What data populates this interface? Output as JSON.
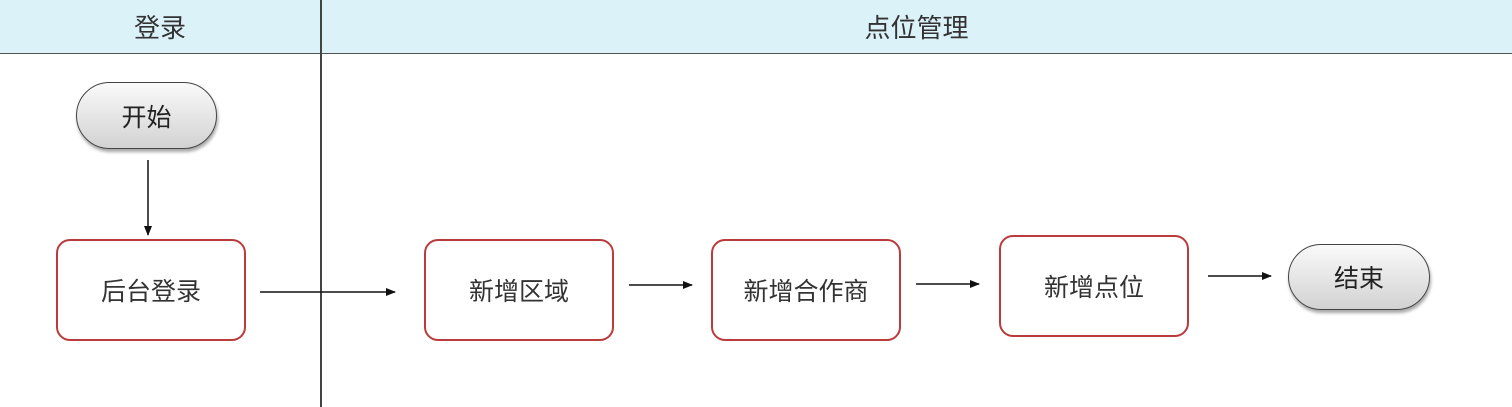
{
  "lanes": {
    "login": {
      "title": "登录"
    },
    "point_management": {
      "title": "点位管理"
    }
  },
  "nodes": {
    "start": "开始",
    "backend_login": "后台登录",
    "add_area": "新增区域",
    "add_partner": "新增合作商",
    "add_point": "新增点位",
    "end": "结束"
  },
  "colors": {
    "header_bg": "#dcf2f9",
    "process_border": "#b93b3b",
    "line": "#111111"
  }
}
